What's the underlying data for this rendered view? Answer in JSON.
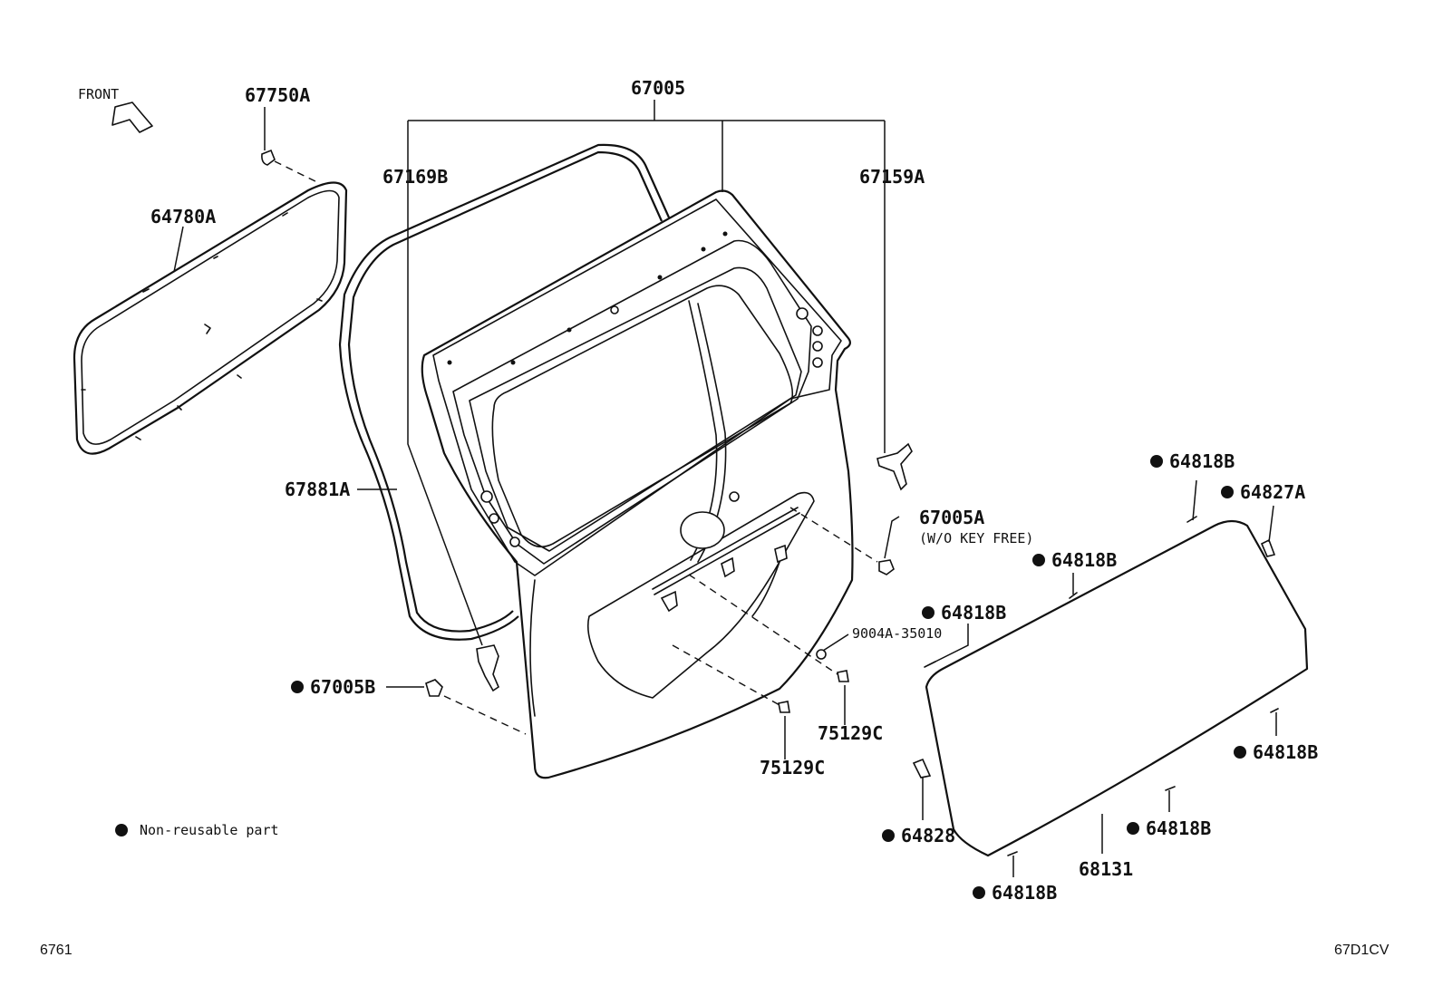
{
  "orientation": {
    "label": "FRONT"
  },
  "parts": {
    "p67005": "67005",
    "p67750A": "67750A",
    "p64780A": "64780A",
    "p67169B": "67169B",
    "p67159A": "67159A",
    "p67881A": "67881A",
    "p67005A": "67005A",
    "p67005A_note": "(W/O KEY FREE)",
    "p67005B": "67005B",
    "p9004A": "9004A-35010",
    "p75129C_1": "75129C",
    "p75129C_2": "75129C",
    "p64818B_1": "64818B",
    "p64827A": "64827A",
    "p64818B_2": "64818B",
    "p64818B_3": "64818B",
    "p64818B_4": "64818B",
    "p64818B_5": "64818B",
    "p64828": "64828",
    "p68131": "68131",
    "p64818B_6": "64818B"
  },
  "legend": {
    "text": "Non-reusable part"
  },
  "footer": {
    "left_code": "6761",
    "right_code": "67D1CV"
  }
}
